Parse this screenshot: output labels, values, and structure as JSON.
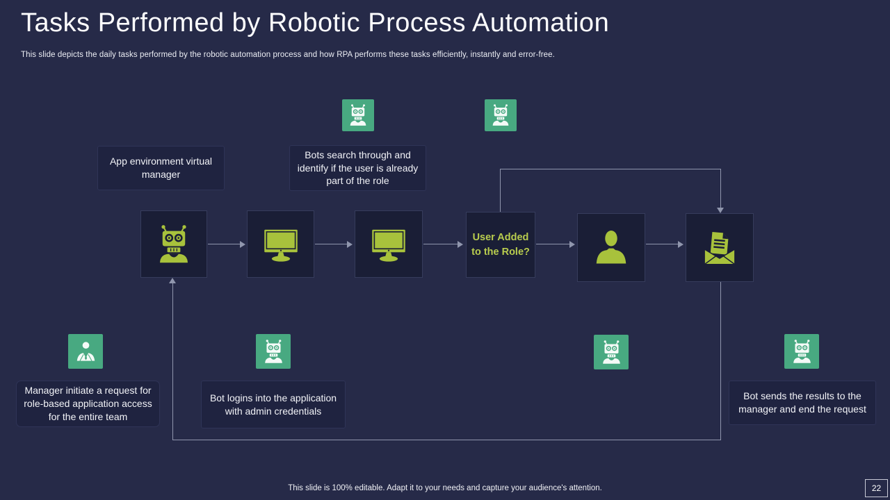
{
  "slide": {
    "title": "Tasks Performed by Robotic Process Automation",
    "subtitle": "This slide depicts the daily tasks performed by the robotic automation process and how RPA performs these tasks efficiently, instantly and error-free.",
    "footer_note": "This slide is 100% editable. Adapt it to your needs and capture your audience's attention.",
    "page_number": "22"
  },
  "colors": {
    "background": "#262a48",
    "shape_fill": "#1a1e36",
    "callout_fill": "#1f2340",
    "accent_green": "#a8c23c",
    "accent_teal": "#48a981",
    "question_text": "#b8cc4e",
    "connector": "#9096ad",
    "text": "#f2f3f7"
  },
  "callouts": {
    "app_environment": "App environment virtual manager",
    "bots_search": "Bots search through and identify if the user is already part of the role",
    "manager_request": "Manager initiate a request for role-based application access for the entire team",
    "bot_login": "Bot logins into the application with admin credentials",
    "bot_sends": "Bot sends the results to the manager and end the request"
  },
  "flow": {
    "question": "User Added to the Role?",
    "steps": [
      {
        "icon": "robot-icon"
      },
      {
        "icon": "monitor-icon"
      },
      {
        "icon": "monitor-icon"
      },
      {
        "icon": "question-label"
      },
      {
        "icon": "person-icon"
      },
      {
        "icon": "open-mail-icon"
      }
    ],
    "marker_icons": {
      "top": [
        "bot-icon",
        "bot-icon"
      ],
      "bottom": [
        "manager-icon",
        "bot-icon",
        "bot-icon",
        "bot-icon"
      ]
    }
  }
}
